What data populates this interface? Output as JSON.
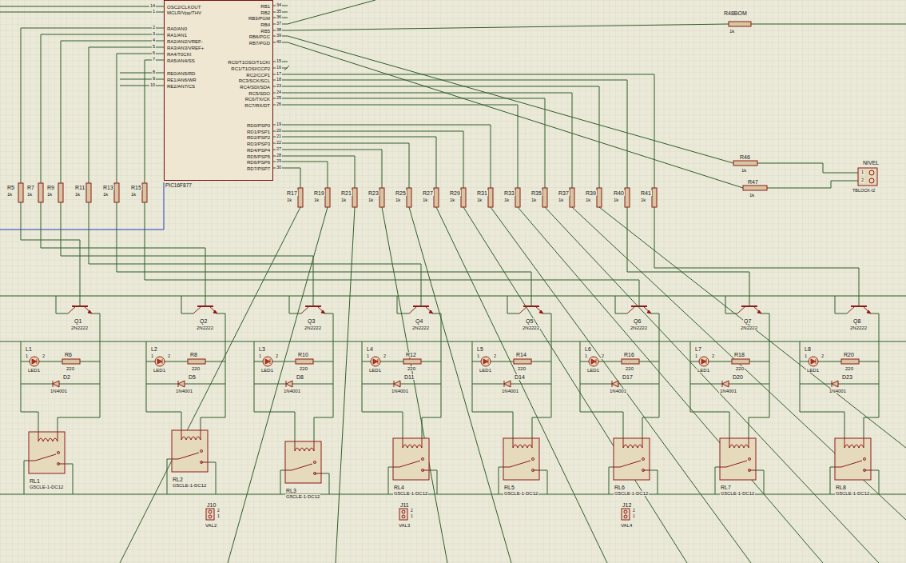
{
  "diagram": {
    "nodes": [
      {
        "text": [
          "OSC2/CLKOUT",
          "MCLR/Vpp/THV",
          "RA0/AN0",
          "RA1/AN1",
          "RA2/AN2/VREF-",
          "RA3/AN3/VREF+",
          "RA4/T0CKI",
          "RA5/AN4/SS",
          "RE0/AN5/RD",
          "RE1/AN6/WR",
          "RE2/AN7/CS",
          "RB1",
          "RB2",
          "RB3/PGM",
          "RB4",
          "RB5",
          "RB6/PGC",
          "RB7/PGD",
          "RC0/T1OSO/T1CKI",
          "RC1/T1OSI/CCP2",
          "RC2/CCP1",
          "RC3/SCK/SCL",
          "RC4/SDI/SDA",
          "RC5/SDO",
          "RC6/TX/CK",
          "RC7/RX/DT",
          "RD0/PSP0",
          "RD1/PSP1",
          "RD2/PSP2",
          "RD3/PSP3",
          "RD4/PSP4",
          "RD5/PSP5",
          "RD6/PSP6",
          "RD7/PSP7",
          "PIC16F877"
        ]
      }
    ],
    "labels": [
      "14",
      "1",
      "2",
      "3",
      "4",
      "5",
      "6",
      "7",
      "8",
      "9",
      "10",
      "34",
      "35",
      "36",
      "37",
      "38",
      "39",
      "40",
      "15",
      "16",
      "17",
      "18",
      "23",
      "24",
      "25",
      "26",
      "19",
      "20",
      "21",
      "22",
      "27",
      "28",
      "29",
      "30",
      "R5",
      "1k",
      "R7",
      "1k",
      "R9",
      "1k",
      "R11",
      "1k",
      "R13",
      "1k",
      "R15",
      "1k",
      "R17",
      "1k",
      "R19",
      "1k",
      "R21",
      "1k",
      "R23",
      "1k",
      "R25",
      "1k",
      "R27",
      "1k",
      "R29",
      "1k",
      "R31",
      "1k",
      "R33",
      "1k",
      "R35",
      "1k",
      "R37",
      "1k",
      "R39",
      "1k",
      "R40",
      "1k",
      "R41",
      "1k",
      "R48BOM",
      "1k",
      "R46",
      "1k",
      "R47",
      "1k",
      "NIVEL",
      "1",
      "2",
      "TBLOCK-I2",
      "Q1",
      "2N2222",
      "L1",
      "1",
      "2",
      "LED1",
      "R6",
      "220",
      "D2",
      "1N4001",
      "RL1",
      "G5CLE-1-DC12",
      "Q2",
      "2N2222",
      "L2",
      "1",
      "2",
      "LED1",
      "R8",
      "220",
      "D5",
      "1N4001",
      "RL2",
      "G5CLE-1-DC12",
      "Q3",
      "2N2222",
      "L3",
      "1",
      "2",
      "LED1",
      "R10",
      "220",
      "D8",
      "1N4001",
      "RL3",
      "G5CLE-1-DC12",
      "Q4",
      "2N2222",
      "L4",
      "1",
      "2",
      "LED1",
      "R12",
      "220",
      "D11",
      "1N4001",
      "RL4",
      "G5CLE-1-DC12",
      "Q5",
      "2N2222",
      "L5",
      "1",
      "2",
      "LED1",
      "R14",
      "220",
      "D14",
      "1N4001",
      "RL5",
      "G5CLE-1-DC12",
      "Q6",
      "2N2222",
      "L6",
      "1",
      "2",
      "LED1",
      "R16",
      "220",
      "D17",
      "1N4001",
      "RL6",
      "G5CLE-1-DC12",
      "Q7",
      "2N2222",
      "L7",
      "1",
      "2",
      "LED1",
      "R18",
      "220",
      "D20",
      "1N4001",
      "RL7",
      "G5CLE-1-DC12",
      "Q8",
      "2N2222",
      "L8",
      "1",
      "2",
      "LED1",
      "R20",
      "220",
      "D23",
      "1N4001",
      "RL8",
      "G5CLE-1-DC12",
      "J10",
      "2",
      "1",
      "VAL2",
      "J11",
      "2",
      "1",
      "VAL3",
      "J12",
      "2",
      "1",
      "VAL4"
    ]
  }
}
